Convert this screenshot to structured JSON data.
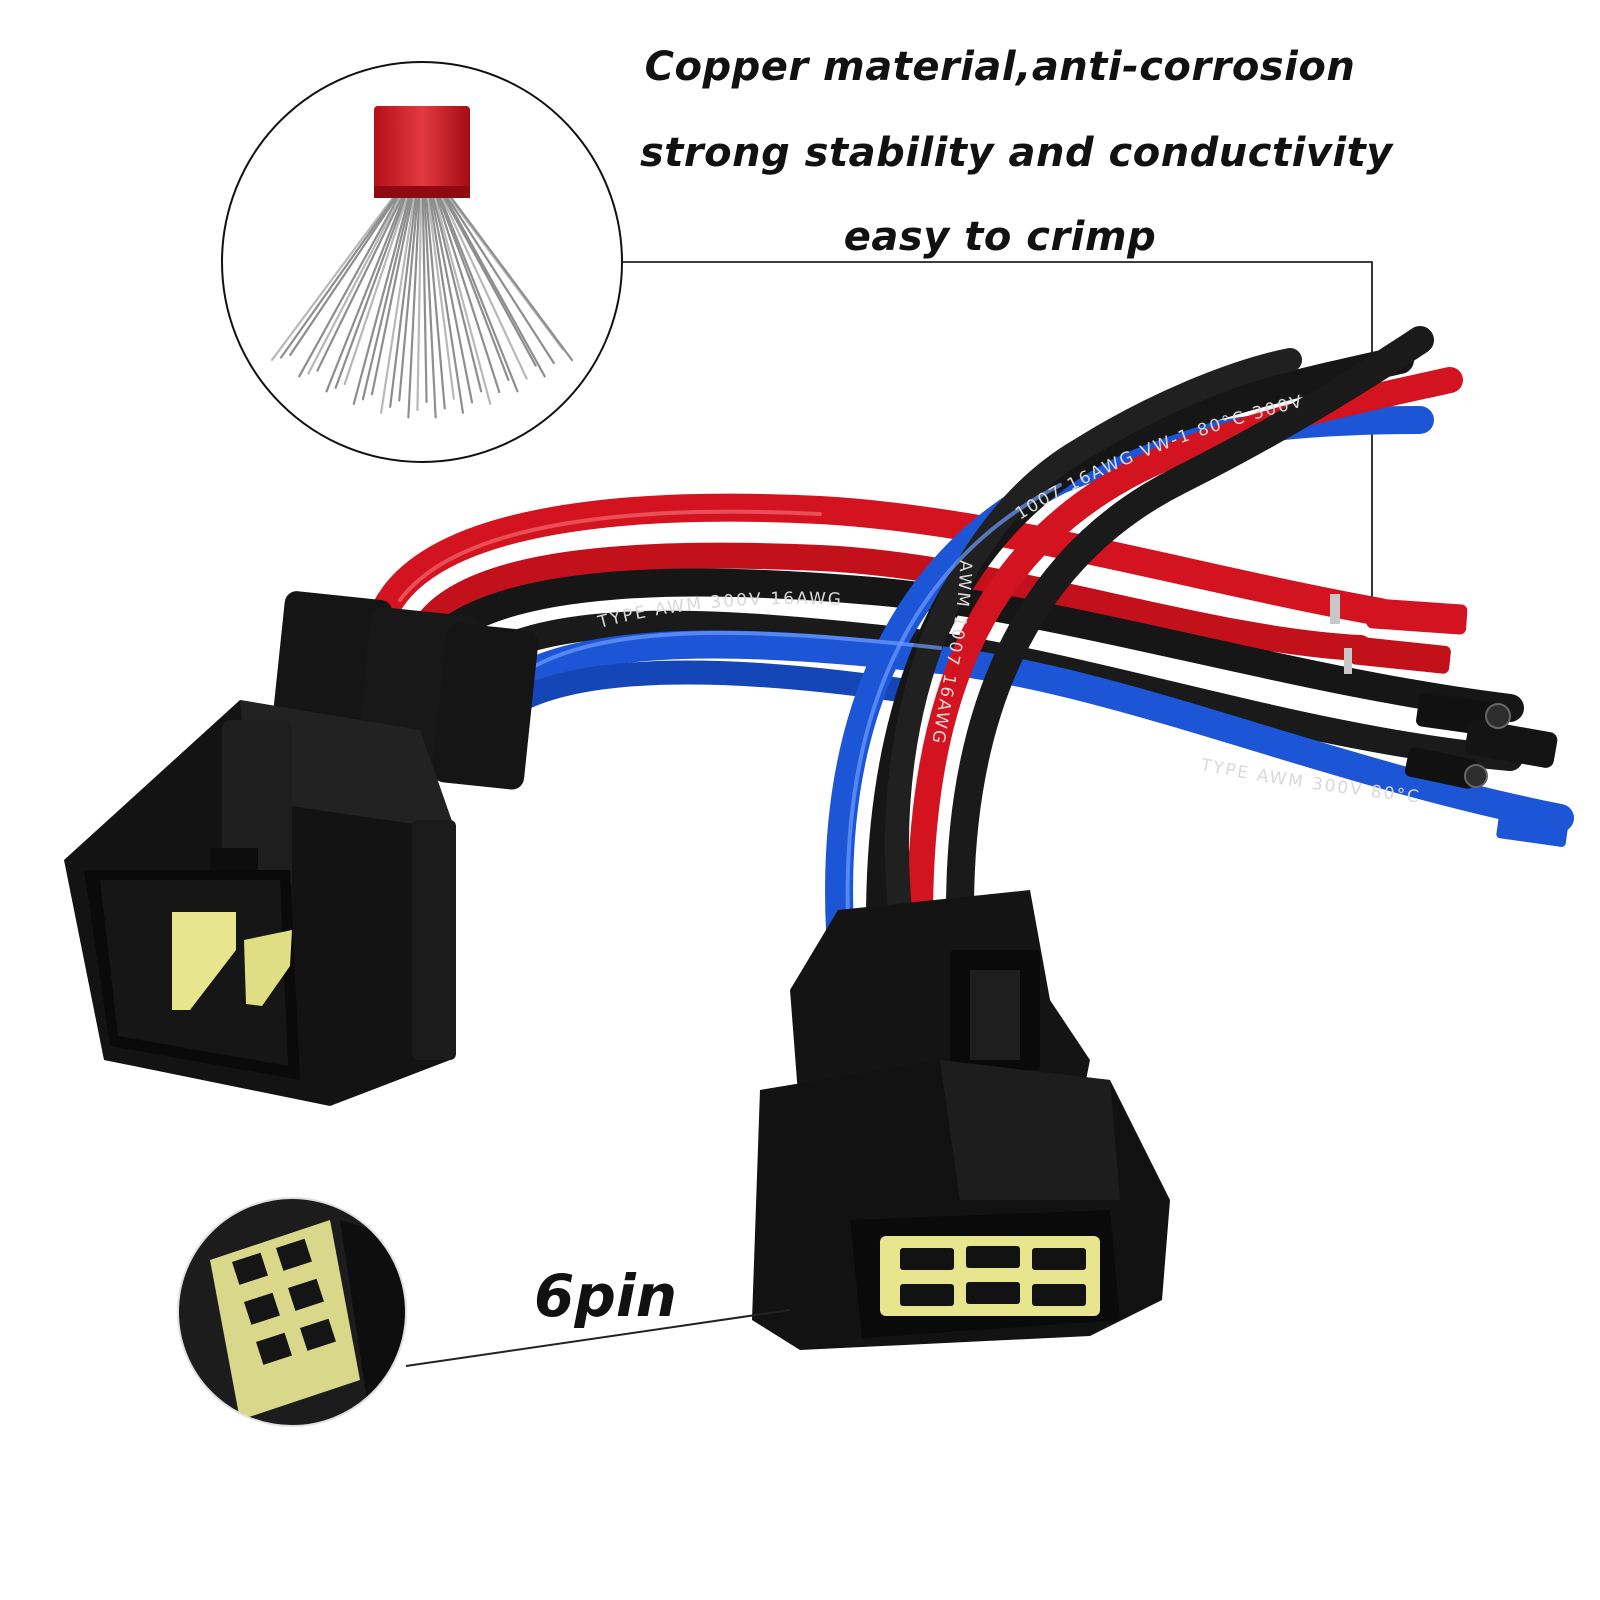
{
  "callout": {
    "line1": "Copper material,anti-corrosion",
    "line2": "strong stability and conductivity",
    "line3": "easy to crimp"
  },
  "pin_label": "6pin",
  "wire_print": {
    "a": "TYPE AWM 300V 16AWG",
    "b": "1007 16AWG VW-1 80°C 300V",
    "c": "AWM 1007 16AWG",
    "d": "TYPE AWM 300V 80°C"
  },
  "colors": {
    "red_wire": "#d3131f",
    "black_wire": "#161616",
    "blue_wire": "#1c56d6",
    "connector_body": "#151515",
    "pin_insert": "#e7e58e",
    "copper_strands": "#9a9a9a"
  },
  "icons": {
    "stranded_wire_zoom": "circle-inset-stranded-copper-wire",
    "socket_zoom": "circle-inset-6pin-socket-face"
  }
}
